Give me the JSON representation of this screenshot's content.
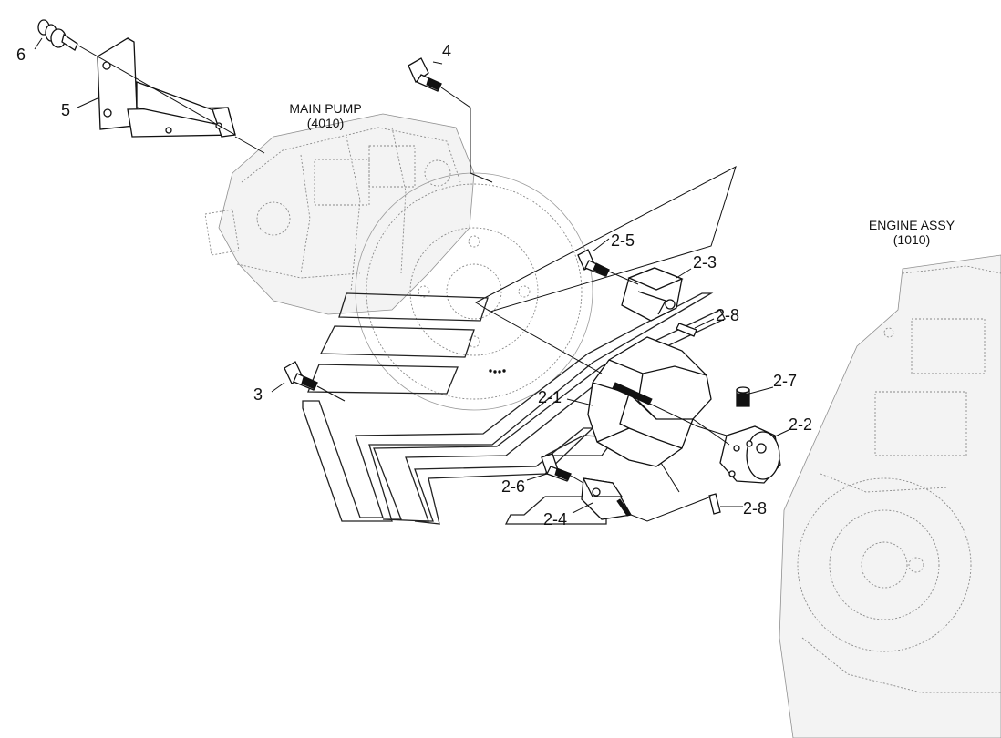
{
  "assemblies": {
    "main_pump": {
      "name": "MAIN PUMP",
      "code": "(4010)"
    },
    "engine_assy": {
      "name": "ENGINE ASSY",
      "code": "(1010)"
    }
  },
  "callouts": {
    "c6": "6",
    "c5": "5",
    "c4": "4",
    "c3": "3",
    "c2_1": "2-1",
    "c2_2": "2-2",
    "c2_3": "2-3",
    "c2_4": "2-4",
    "c2_5": "2-5",
    "c2_6": "2-6",
    "c2_7": "2-7",
    "c2_8a": "2-8",
    "c2_8b": "2-8"
  }
}
